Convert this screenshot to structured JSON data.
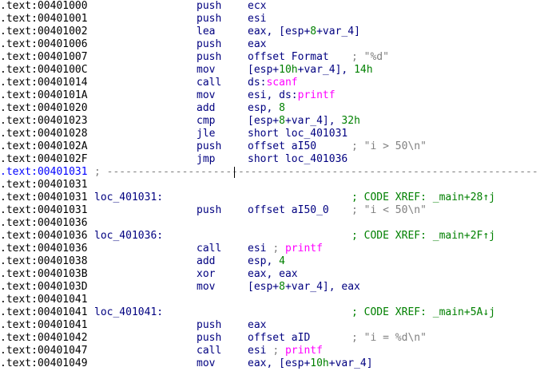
{
  "colors": {
    "address": "#000000",
    "selected_address": "#0000ff",
    "mnemonic": "#000080",
    "number": "#008000",
    "import": "#ff00ff",
    "comment": "#808080"
  },
  "rows": [
    {
      "addr": ".text:00401000",
      "mn": "push",
      "ops": [
        [
          "ecx",
          "n"
        ]
      ]
    },
    {
      "addr": ".text:00401001",
      "mn": "push",
      "ops": [
        [
          "esi",
          "n"
        ]
      ]
    },
    {
      "addr": ".text:00401002",
      "mn": "lea",
      "ops": [
        [
          "eax, [esp+",
          "n"
        ],
        [
          "8",
          "g"
        ],
        [
          "+var_4]",
          "n"
        ]
      ]
    },
    {
      "addr": ".text:00401006",
      "mn": "push",
      "ops": [
        [
          "eax",
          "n"
        ]
      ]
    },
    {
      "addr": ".text:00401007",
      "mn": "push",
      "ops": [
        [
          "offset Format",
          "n"
        ]
      ],
      "cmt": [
        [
          "; \"%d\"",
          "c"
        ]
      ]
    },
    {
      "addr": ".text:0040100C",
      "mn": "mov",
      "ops": [
        [
          "[esp+",
          "n"
        ],
        [
          "10h",
          "g"
        ],
        [
          "+var_4], ",
          "n"
        ],
        [
          "14h",
          "g"
        ]
      ]
    },
    {
      "addr": ".text:00401014",
      "mn": "call",
      "ops": [
        [
          "ds:",
          "n"
        ],
        [
          "scanf",
          "m"
        ]
      ]
    },
    {
      "addr": ".text:0040101A",
      "mn": "mov",
      "ops": [
        [
          "esi, ds:",
          "n"
        ],
        [
          "printf",
          "m"
        ]
      ]
    },
    {
      "addr": ".text:00401020",
      "mn": "add",
      "ops": [
        [
          "esp, ",
          "n"
        ],
        [
          "8",
          "g"
        ]
      ]
    },
    {
      "addr": ".text:00401023",
      "mn": "cmp",
      "ops": [
        [
          "[esp+",
          "n"
        ],
        [
          "8",
          "g"
        ],
        [
          "+var_4], ",
          "n"
        ],
        [
          "32h",
          "g"
        ]
      ]
    },
    {
      "addr": ".text:00401028",
      "mn": "jle",
      "ops": [
        [
          "short loc_401031",
          "n"
        ]
      ]
    },
    {
      "addr": ".text:0040102A",
      "mn": "push",
      "ops": [
        [
          "offset aI50",
          "n"
        ]
      ],
      "cmt": [
        [
          "; \"i > 50\\n\"",
          "c"
        ]
      ]
    },
    {
      "addr": ".text:0040102F",
      "mn": "jmp",
      "ops": [
        [
          "short loc_401036",
          "n"
        ]
      ]
    },
    {
      "addr": ".text:00401031",
      "selected": true,
      "sep": "; ---------------------------------------------------------------------"
    },
    {
      "addr": ".text:00401031"
    },
    {
      "addr": ".text:00401031",
      "label": "loc_401031:",
      "xref": "; CODE XREF: _main+28↑j"
    },
    {
      "addr": ".text:00401031",
      "mn": "push",
      "ops": [
        [
          "offset aI50_0",
          "n"
        ]
      ],
      "cmt": [
        [
          "; \"i < 50\\n\"",
          "c"
        ]
      ]
    },
    {
      "addr": ".text:00401036"
    },
    {
      "addr": ".text:00401036",
      "label": "loc_401036:",
      "xref": "; CODE XREF: _main+2F↑j"
    },
    {
      "addr": ".text:00401036",
      "mn": "call",
      "ops": [
        [
          "esi ",
          "n"
        ],
        [
          "; ",
          "c"
        ],
        [
          "printf",
          "m"
        ]
      ]
    },
    {
      "addr": ".text:00401038",
      "mn": "add",
      "ops": [
        [
          "esp, ",
          "n"
        ],
        [
          "4",
          "g"
        ]
      ]
    },
    {
      "addr": ".text:0040103B",
      "mn": "xor",
      "ops": [
        [
          "eax, eax",
          "n"
        ]
      ]
    },
    {
      "addr": ".text:0040103D",
      "mn": "mov",
      "ops": [
        [
          "[esp+",
          "n"
        ],
        [
          "8",
          "g"
        ],
        [
          "+var_4], eax",
          "n"
        ]
      ]
    },
    {
      "addr": ".text:00401041"
    },
    {
      "addr": ".text:00401041",
      "label": "loc_401041:",
      "xref": "; CODE XREF: _main+5A↓j"
    },
    {
      "addr": ".text:00401041",
      "mn": "push",
      "ops": [
        [
          "eax",
          "n"
        ]
      ]
    },
    {
      "addr": ".text:00401042",
      "mn": "push",
      "ops": [
        [
          "offset aID",
          "n"
        ]
      ],
      "cmt": [
        [
          "; \"i = %d\\n\"",
          "c"
        ]
      ]
    },
    {
      "addr": ".text:00401047",
      "mn": "call",
      "ops": [
        [
          "esi ",
          "n"
        ],
        [
          "; ",
          "c"
        ],
        [
          "printf",
          "m"
        ]
      ]
    },
    {
      "addr": ".text:00401049",
      "mn": "mov",
      "ops": [
        [
          "eax, [esp+",
          "n"
        ],
        [
          "10h",
          "g"
        ],
        [
          "+var_4]",
          "n"
        ]
      ]
    }
  ]
}
